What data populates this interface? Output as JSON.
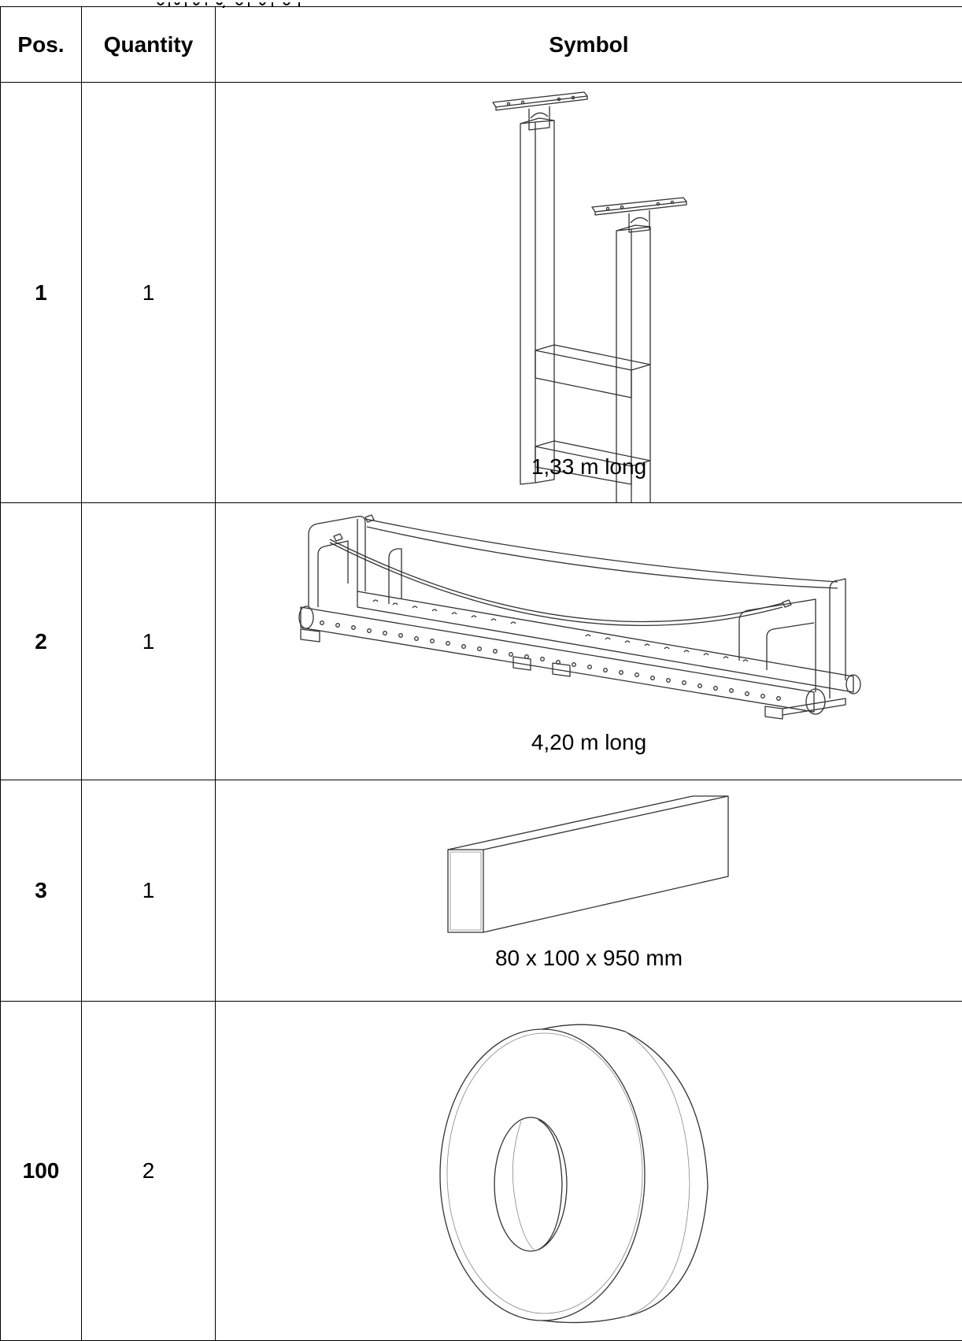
{
  "table": {
    "headers": {
      "pos": "Pos.",
      "quantity": "Quantity",
      "symbol": "Symbol"
    },
    "rows": [
      {
        "pos": "1",
        "quantity": "1",
        "caption": "1,33 m long",
        "symbol": "post-frame-drawing"
      },
      {
        "pos": "2",
        "quantity": "1",
        "caption": "4,20 m long",
        "symbol": "rope-bridge-drawing"
      },
      {
        "pos": "3",
        "quantity": "1",
        "caption": "80 x 100 x 950 mm",
        "symbol": "timber-beam-drawing"
      },
      {
        "pos": "100",
        "quantity": "2",
        "caption": "",
        "symbol": "tyre-drawing"
      }
    ]
  }
}
